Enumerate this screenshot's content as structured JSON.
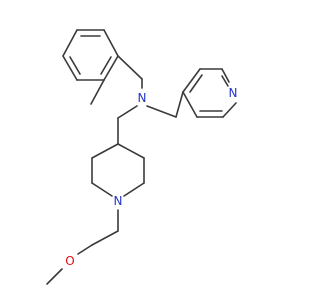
{
  "atoms": {
    "amine_n": {
      "symbol": "N",
      "color": "#2233cc"
    },
    "pyridine_n": {
      "symbol": "N",
      "color": "#2233cc"
    },
    "piperidine_n": {
      "symbol": "N",
      "color": "#2233cc"
    },
    "ether_o": {
      "symbol": "O",
      "color": "#dd1111"
    }
  },
  "colors": {
    "bond": "#3a3a3a",
    "background": "#ffffff"
  }
}
